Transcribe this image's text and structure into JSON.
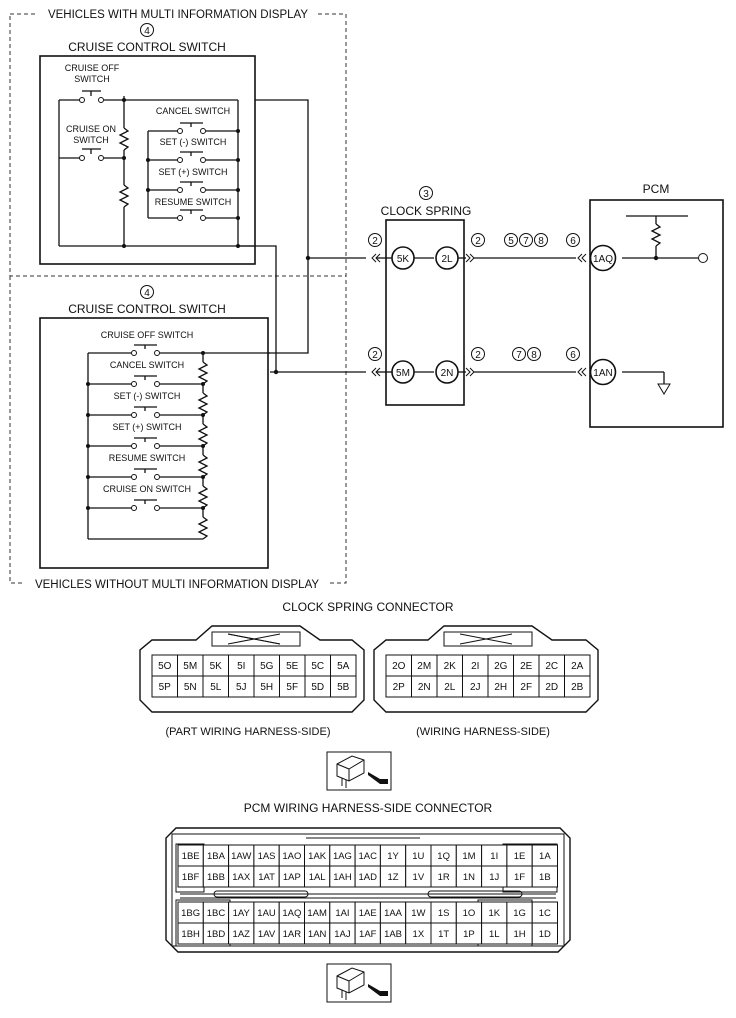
{
  "labels": {
    "with_mid": "VEHICLES WITH MULTI INFORMATION DISPLAY",
    "without_mid": "VEHICLES WITHOUT MULTI INFORMATION DISPLAY",
    "ref4": "4",
    "ref3": "3",
    "ref2": "2",
    "ref6": "6",
    "ref5": "5",
    "ref7": "7",
    "ref8": "8",
    "ccs_title": "CRUISE CONTROL SWITCH",
    "clock_spring": "CLOCK SPRING",
    "pcm": "PCM"
  },
  "switch_upper": {
    "cruise_off_line1": "CRUISE OFF",
    "cruise_off_line2": "SWITCH",
    "cruise_on_line1": "CRUISE ON",
    "cruise_on_line2": "SWITCH",
    "cancel": "CANCEL SWITCH",
    "set_minus": "SET (-) SWITCH",
    "set_plus": "SET (+) SWITCH",
    "resume": "RESUME SWITCH"
  },
  "switch_lower": {
    "cruise_off": "CRUISE OFF SWITCH",
    "cancel": "CANCEL SWITCH",
    "set_minus": "SET (-) SWITCH",
    "set_plus": "SET (+) SWITCH",
    "resume": "RESUME SWITCH",
    "cruise_on": "CRUISE ON SWITCH"
  },
  "terminals": {
    "cs_5k": "5K",
    "cs_2l": "2L",
    "cs_5m": "5M",
    "cs_2n": "2N",
    "pcm_1aq": "1AQ",
    "pcm_1an": "1AN"
  },
  "clock_connector": {
    "title": "CLOCK SPRING CONNECTOR",
    "left_rows": [
      [
        "5O",
        "5M",
        "5K",
        "5I",
        "5G",
        "5E",
        "5C",
        "5A"
      ],
      [
        "5P",
        "5N",
        "5L",
        "5J",
        "5H",
        "5F",
        "5D",
        "5B"
      ]
    ],
    "right_rows": [
      [
        "2O",
        "2M",
        "2K",
        "2I",
        "2G",
        "2E",
        "2C",
        "2A"
      ],
      [
        "2P",
        "2N",
        "2L",
        "2J",
        "2H",
        "2F",
        "2D",
        "2B"
      ]
    ],
    "left_caption": "(PART WIRING HARNESS-SIDE)",
    "right_caption": "(WIRING HARNESS-SIDE)"
  },
  "pcm_connector": {
    "title": "PCM WIRING HARNESS-SIDE CONNECTOR",
    "rows": [
      [
        "1BE",
        "1BA",
        "1AW",
        "1AS",
        "1AO",
        "1AK",
        "1AG",
        "1AC",
        "1Y",
        "1U",
        "1Q",
        "1M",
        "1I",
        "1E",
        "1A"
      ],
      [
        "1BF",
        "1BB",
        "1AX",
        "1AT",
        "1AP",
        "1AL",
        "1AH",
        "1AD",
        "1Z",
        "1V",
        "1R",
        "1N",
        "1J",
        "1F",
        "1B"
      ],
      [
        "1BG",
        "1BC",
        "1AY",
        "1AU",
        "1AQ",
        "1AM",
        "1AI",
        "1AE",
        "1AA",
        "1W",
        "1S",
        "1O",
        "1K",
        "1G",
        "1C"
      ],
      [
        "1BH",
        "1BD",
        "1AZ",
        "1AV",
        "1AR",
        "1AN",
        "1AJ",
        "1AF",
        "1AB",
        "1X",
        "1T",
        "1P",
        "1L",
        "1H",
        "1D"
      ]
    ]
  }
}
